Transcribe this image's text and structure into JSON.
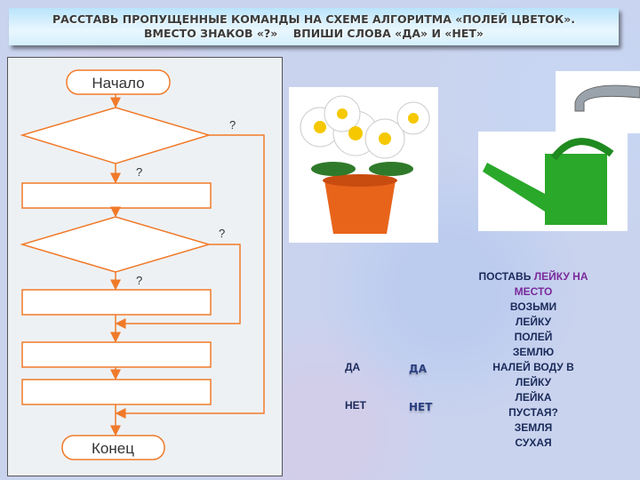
{
  "title": {
    "line1": "РАССТАВЬ ПРОПУЩЕННЫЕ КОМАНДЫ НА СХЕМЕ АЛГОРИТМА «ПОЛЕЙ ЦВЕТОК».",
    "line2": "ВМЕСТО ЗНАКОВ «?»    ВПИШИ СЛОВА «ДА» И «НЕТ»"
  },
  "flowchart": {
    "start": "Начало",
    "end": "Конец",
    "q": "?",
    "color": "#f07a2a"
  },
  "commands": [
    {
      "a": "ПОСТАВЬ ",
      "b": "ЛЕЙКУ НА МЕСТО"
    },
    {
      "a": "ВОЗЬМИ ЛЕЙКУ"
    },
    {
      "a": "ПОЛЕЙ ЗЕМЛЮ"
    },
    {
      "a": "НАЛЕЙ ВОДУ В ЛЕЙКУ"
    },
    {
      "a": "ЛЕЙКА ПУСТАЯ?"
    },
    {
      "a": "ЗЕМЛЯ СУХАЯ"
    }
  ],
  "answers": {
    "da1": "ДА",
    "net1": "НЕТ",
    "da2": "ДА",
    "net2": "НЕТ"
  }
}
